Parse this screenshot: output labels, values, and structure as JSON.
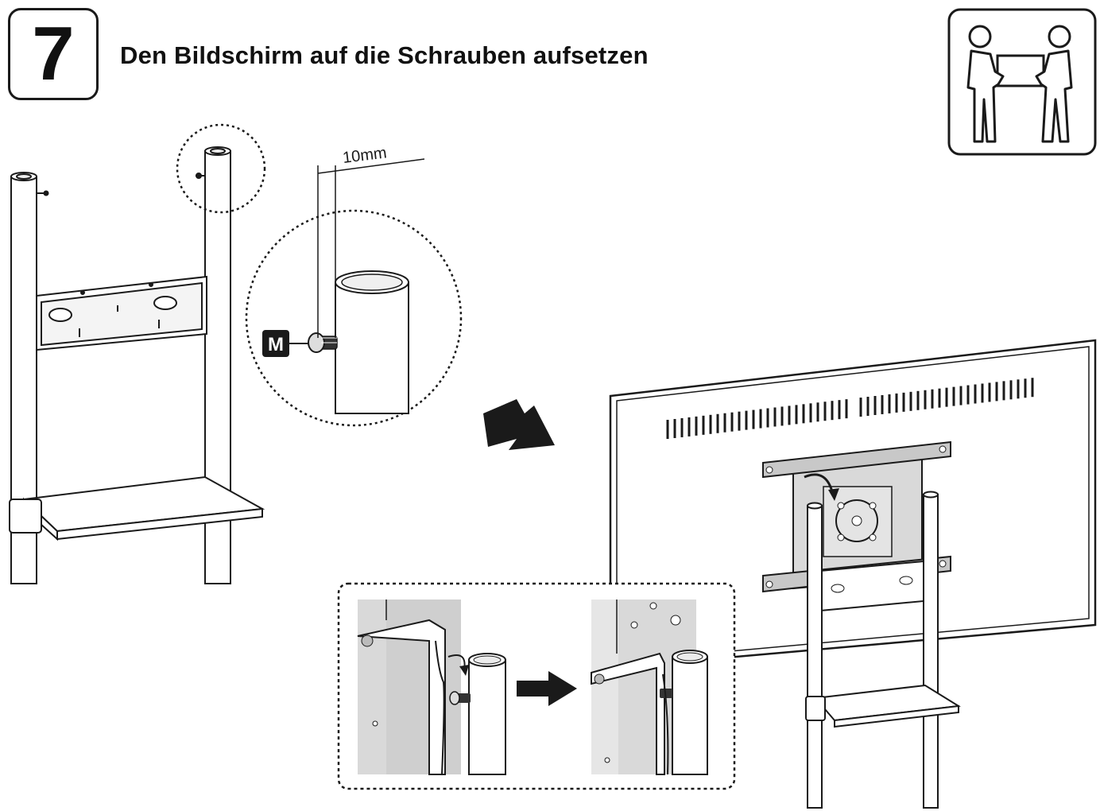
{
  "header": {
    "step_number": "7",
    "title": "Den Bildschirm auf die Schrauben aufsetzen"
  },
  "icons": {
    "two_person_lift": "two-person-lift-icon",
    "arrow": "arrow-right-icon"
  },
  "callout": {
    "measurement": "10mm",
    "screw_label": "M"
  },
  "colors": {
    "line": "#1a1a1a",
    "panel_gray": "#d9d9d9",
    "plate_gray": "#cfcfcf"
  }
}
